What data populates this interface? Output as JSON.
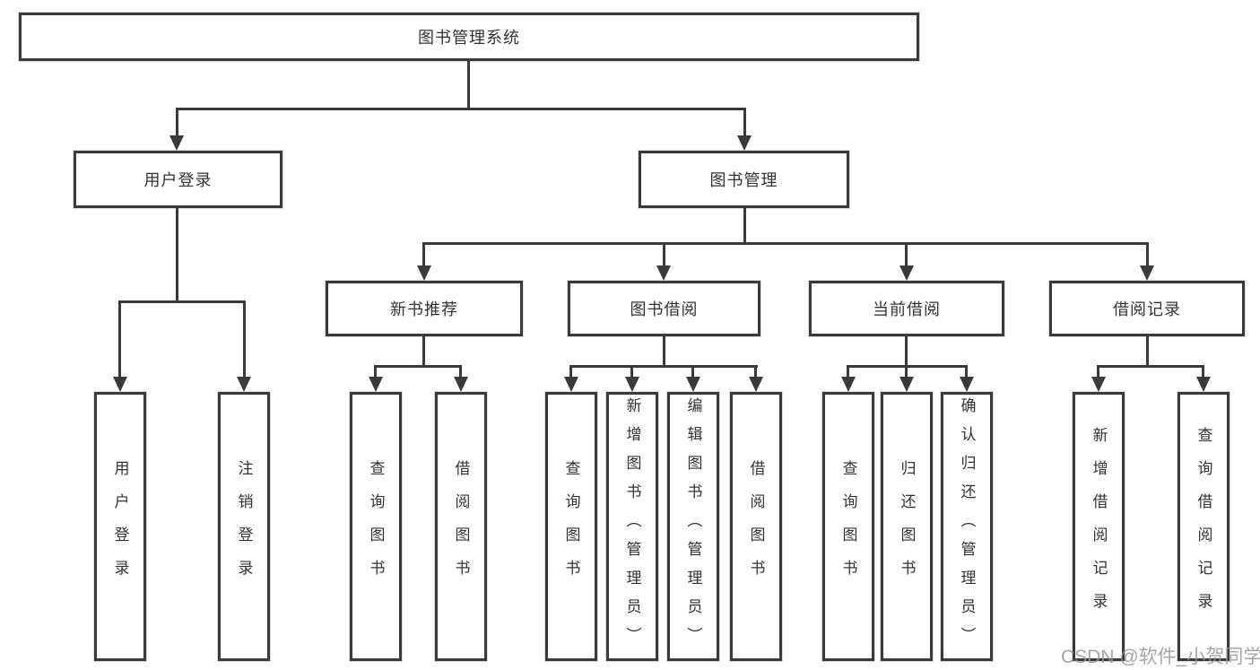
{
  "diagram": {
    "title": "图书管理系统",
    "root": {
      "label": "图书管理系统"
    },
    "branches": {
      "user_login": {
        "label": "用户登录"
      },
      "book_mgmt": {
        "label": "图书管理"
      }
    },
    "modules": {
      "new_books": {
        "label": "新书推荐"
      },
      "book_borrow": {
        "label": "图书借阅"
      },
      "current_borrow": {
        "label": "当前借阅"
      },
      "borrow_records": {
        "label": "借阅记录"
      }
    },
    "leaves": {
      "user_login": "用户登录",
      "logout": "注销登录",
      "query_books_1": "查询图书",
      "borrow_books_1": "借阅图书",
      "query_books_2": "查询图书",
      "add_books_admin": "新增图书（管理员）",
      "edit_books_admin": "编辑图书（管理员）",
      "borrow_books_2": "借阅图书",
      "query_books_3": "查询图书",
      "return_books": "归还图书",
      "confirm_return_admin": "确认归还（管理员）",
      "add_borrow_record": "新增借阅记录",
      "query_borrow_record": "查询借阅记录"
    }
  },
  "watermark": "CSDN @软件_小贺同学",
  "colors": {
    "line": "#3a3a3a",
    "text": "#333333",
    "watermark": "#969696",
    "background": "#ffffff"
  }
}
